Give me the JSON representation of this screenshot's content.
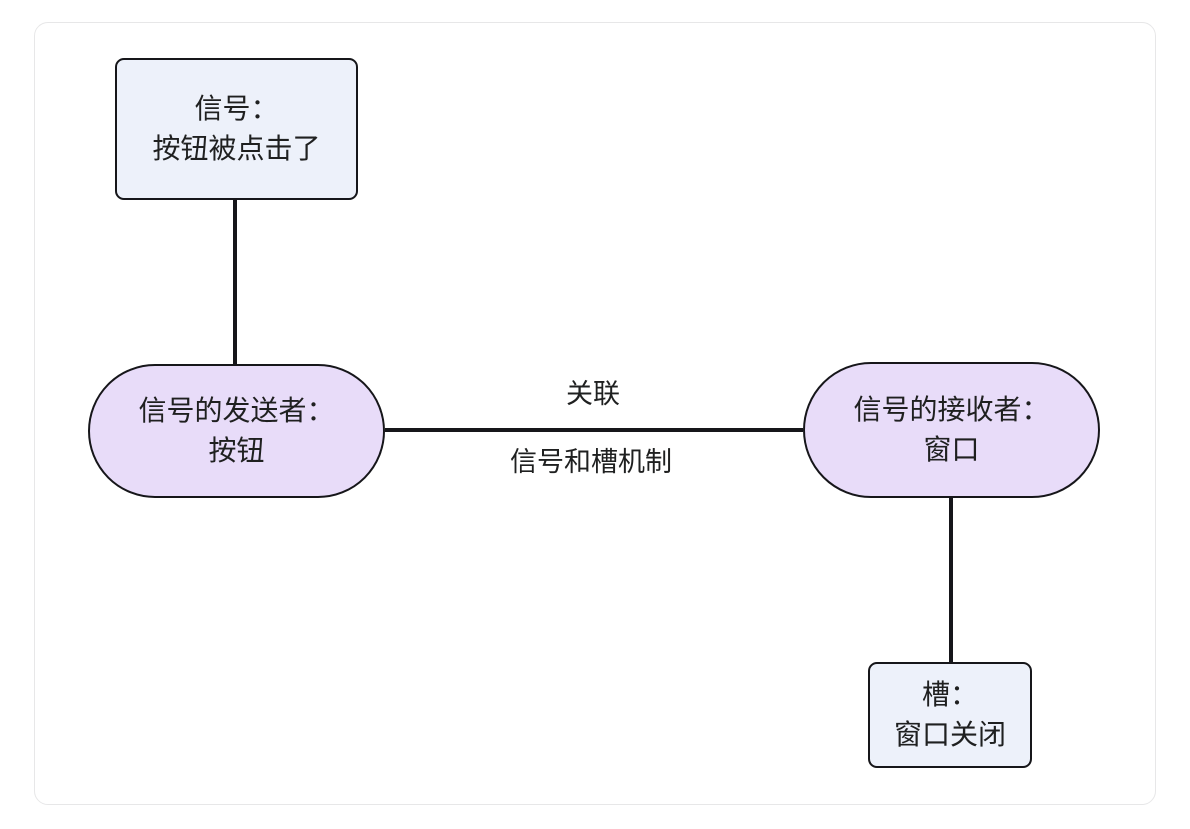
{
  "diagram": {
    "type": "flowchart",
    "title": "",
    "background_color": "#ffffff",
    "frame_border_color": "#e7e7e8",
    "colors": {
      "rect_node_fill": "#edf1fa",
      "stadium_node_fill": "#e8dcf9",
      "node_stroke": "#16161a",
      "edge_stroke": "#16161a",
      "text": "#1f2020"
    },
    "nodes": [
      {
        "id": "signal",
        "shape": "rect",
        "line1": "信号：",
        "line2": "按钮被点击了"
      },
      {
        "id": "sender",
        "shape": "stadium",
        "line1": "信号的发送者：",
        "line2": "按钮"
      },
      {
        "id": "receiver",
        "shape": "stadium",
        "line1": "信号的接收者：",
        "line2": "窗口"
      },
      {
        "id": "slot",
        "shape": "rect",
        "line1": "槽：",
        "line2": "窗口关闭"
      }
    ],
    "edges": [
      {
        "id": "signal-sender",
        "from": "signal",
        "to": "sender",
        "label": ""
      },
      {
        "id": "sender-receiver",
        "from": "sender",
        "to": "receiver",
        "label_top": "关联",
        "label_bottom": "信号和槽机制"
      },
      {
        "id": "receiver-slot",
        "from": "receiver",
        "to": "slot",
        "label": ""
      }
    ]
  }
}
